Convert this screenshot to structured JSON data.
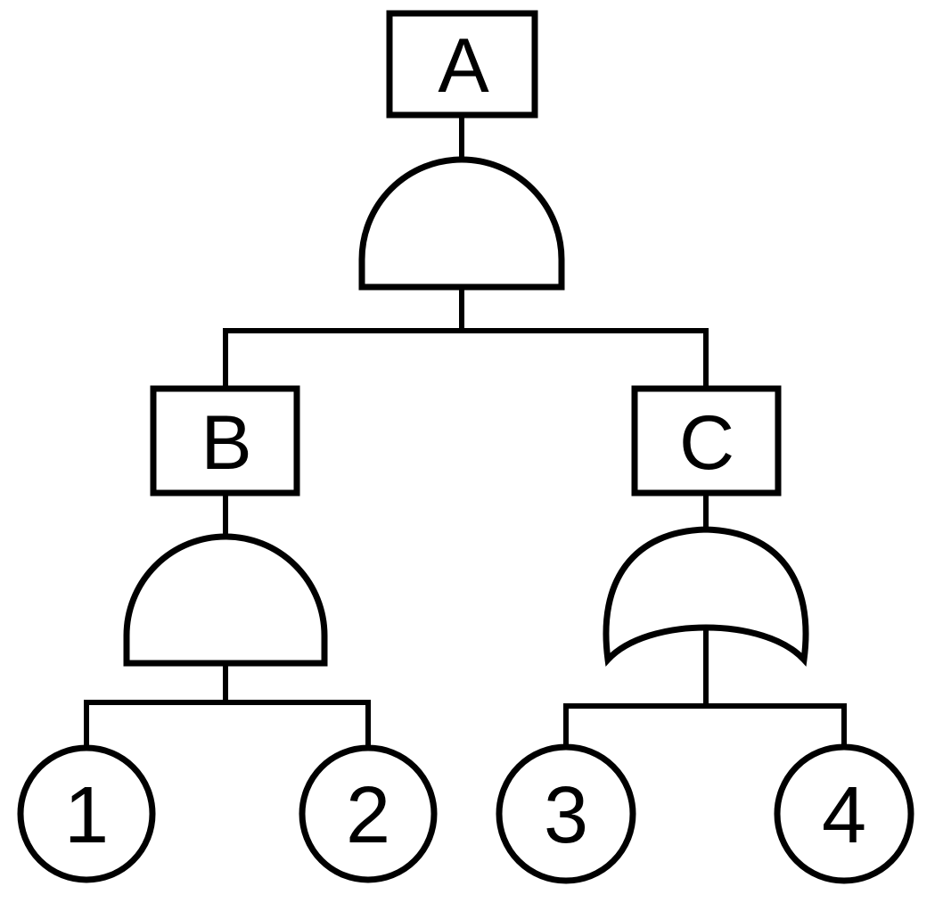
{
  "diagram": {
    "type": "fault-tree",
    "colors": {
      "ink": "#000000",
      "background": "#ffffff"
    },
    "nodes": {
      "top_event": {
        "label": "A",
        "shape": "rectangle"
      },
      "top_gate": {
        "gate": "AND",
        "shape": "and-gate"
      },
      "intermediate_b": {
        "label": "B",
        "shape": "rectangle"
      },
      "gate_b": {
        "gate": "AND",
        "shape": "and-gate"
      },
      "intermediate_c": {
        "label": "C",
        "shape": "rectangle"
      },
      "gate_c": {
        "gate": "OR",
        "shape": "or-gate"
      },
      "basic_events": [
        {
          "label": "1",
          "shape": "circle"
        },
        {
          "label": "2",
          "shape": "circle"
        },
        {
          "label": "3",
          "shape": "circle"
        },
        {
          "label": "4",
          "shape": "circle"
        }
      ]
    },
    "structure": [
      {
        "output": "A",
        "gate": "AND",
        "inputs": [
          "B",
          "C"
        ]
      },
      {
        "output": "B",
        "gate": "AND",
        "inputs": [
          "1",
          "2"
        ]
      },
      {
        "output": "C",
        "gate": "OR",
        "inputs": [
          "3",
          "4"
        ]
      }
    ]
  }
}
